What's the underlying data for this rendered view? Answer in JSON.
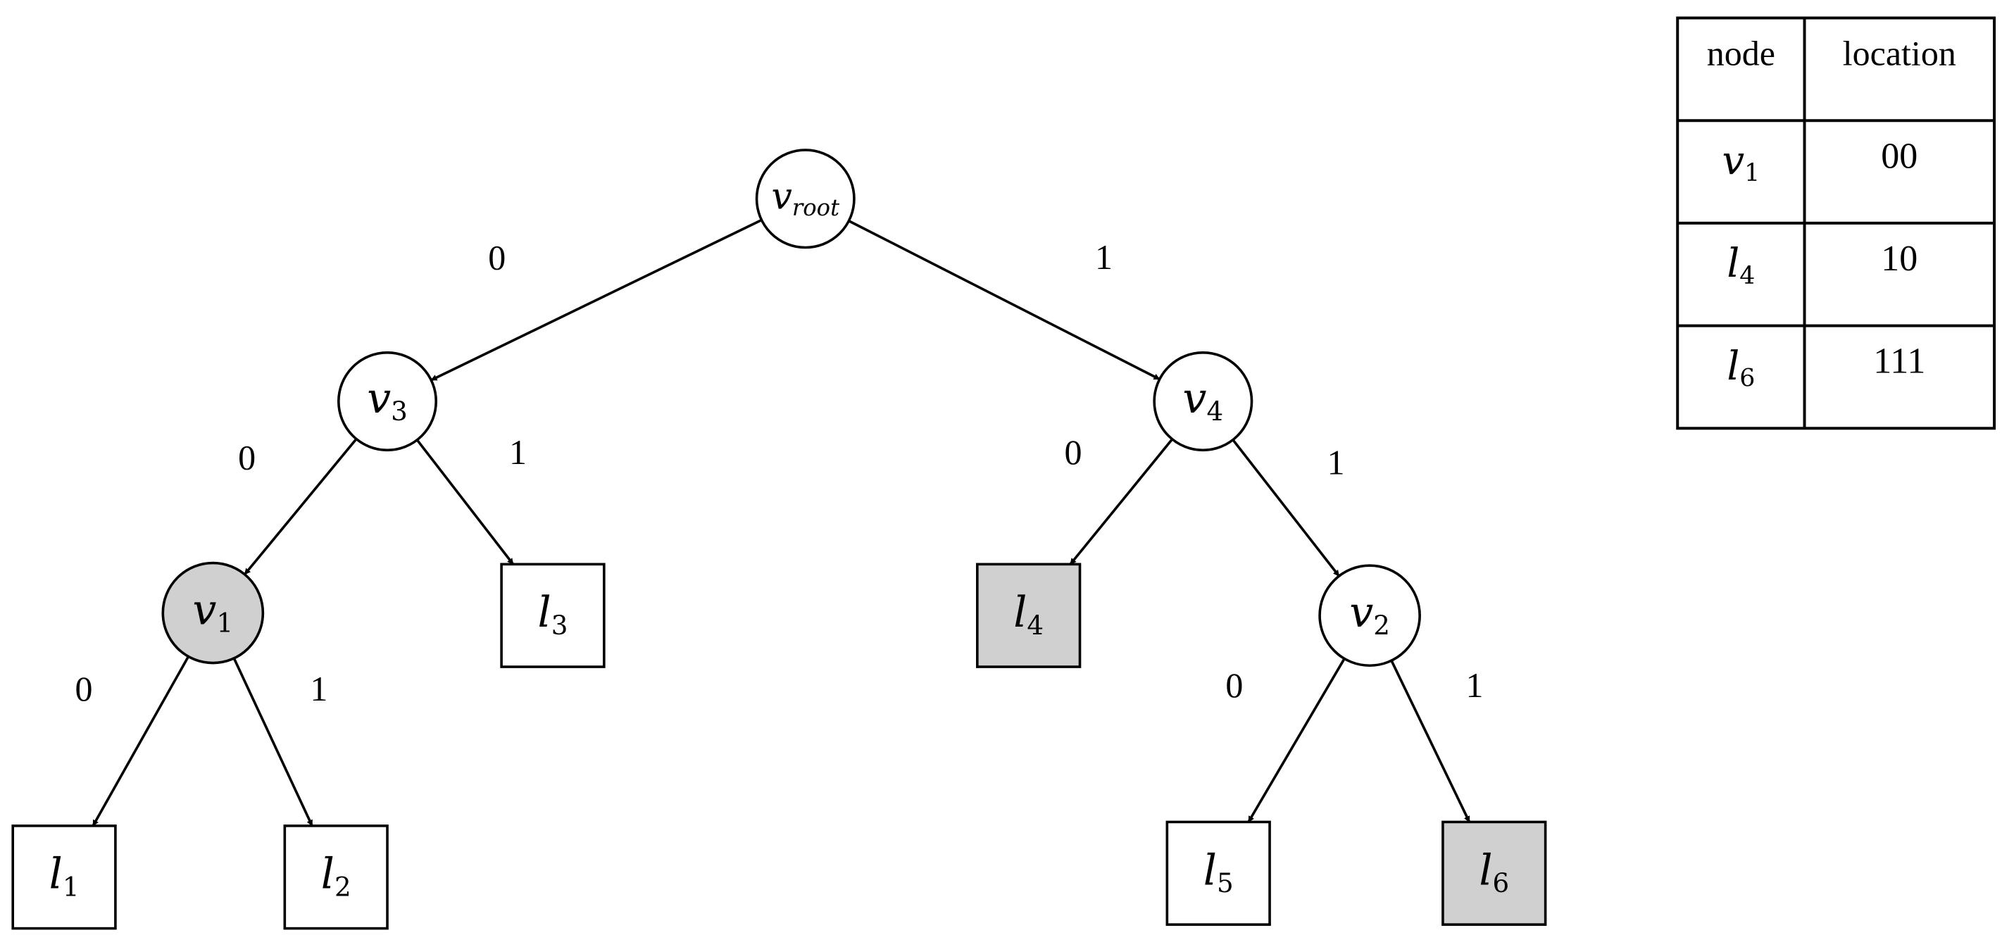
{
  "tree": {
    "nodes": [
      {
        "id": "v_root",
        "kind": "circle",
        "highlighted": false,
        "base": "v",
        "sub": "root"
      },
      {
        "id": "v3",
        "kind": "circle",
        "highlighted": false,
        "base": "v",
        "sub": "3"
      },
      {
        "id": "v4",
        "kind": "circle",
        "highlighted": false,
        "base": "v",
        "sub": "4"
      },
      {
        "id": "v1",
        "kind": "circle",
        "highlighted": true,
        "base": "v",
        "sub": "1"
      },
      {
        "id": "l3",
        "kind": "square",
        "highlighted": false,
        "base": "l",
        "sub": "3"
      },
      {
        "id": "l4",
        "kind": "square",
        "highlighted": true,
        "base": "l",
        "sub": "4"
      },
      {
        "id": "v2",
        "kind": "circle",
        "highlighted": false,
        "base": "v",
        "sub": "2"
      },
      {
        "id": "l1",
        "kind": "square",
        "highlighted": false,
        "base": "l",
        "sub": "1"
      },
      {
        "id": "l2",
        "kind": "square",
        "highlighted": false,
        "base": "l",
        "sub": "2"
      },
      {
        "id": "l5",
        "kind": "square",
        "highlighted": false,
        "base": "l",
        "sub": "5"
      },
      {
        "id": "l6",
        "kind": "square",
        "highlighted": true,
        "base": "l",
        "sub": "6"
      }
    ],
    "edges": [
      {
        "from": "v_root",
        "to": "v3",
        "label": "0"
      },
      {
        "from": "v_root",
        "to": "v4",
        "label": "1"
      },
      {
        "from": "v3",
        "to": "v1",
        "label": "0"
      },
      {
        "from": "v3",
        "to": "l3",
        "label": "1"
      },
      {
        "from": "v4",
        "to": "l4",
        "label": "0"
      },
      {
        "from": "v4",
        "to": "v2",
        "label": "1"
      },
      {
        "from": "v1",
        "to": "l1",
        "label": "0"
      },
      {
        "from": "v1",
        "to": "l2",
        "label": "1"
      },
      {
        "from": "v2",
        "to": "l5",
        "label": "0"
      },
      {
        "from": "v2",
        "to": "l6",
        "label": "1"
      }
    ]
  },
  "table": {
    "headers": [
      "node",
      "location"
    ],
    "rows": [
      {
        "base": "v",
        "sub": "1",
        "location": "00"
      },
      {
        "base": "l",
        "sub": "4",
        "location": "10"
      },
      {
        "base": "l",
        "sub": "6",
        "location": "111"
      }
    ]
  },
  "colors": {
    "stroke": "#000000",
    "fill": "#ffffff",
    "highlight": "#d0d0d0"
  }
}
